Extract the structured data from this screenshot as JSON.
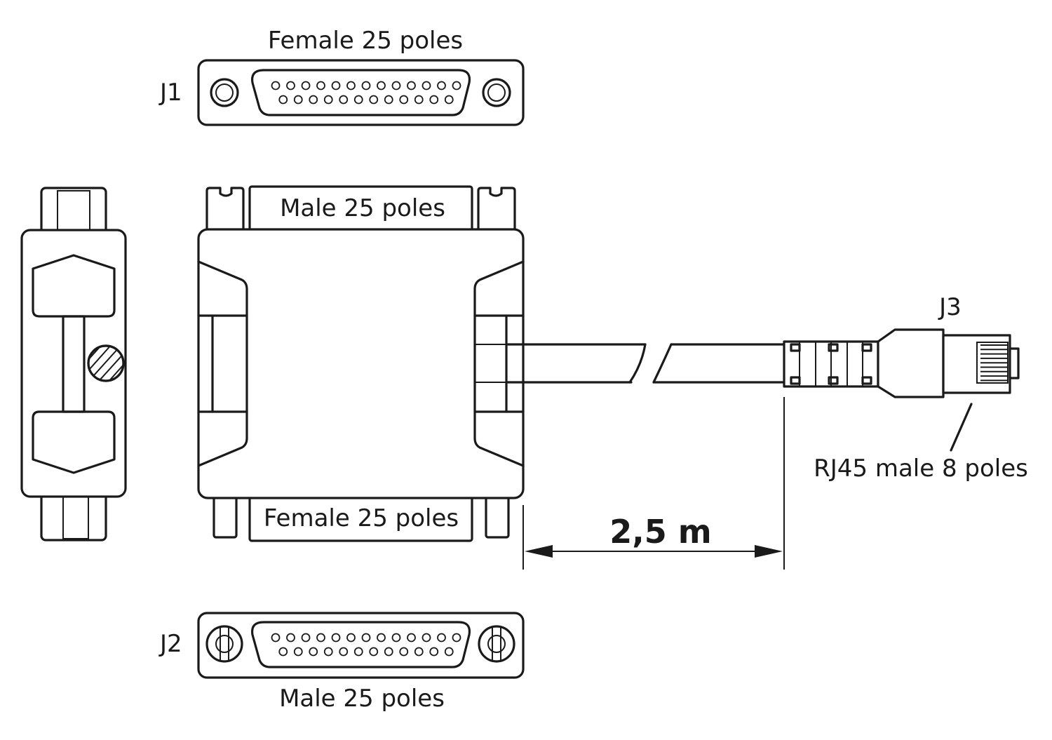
{
  "labels": {
    "j1_id": "J1",
    "j1_type": "Female 25 poles",
    "j2_id": "J2",
    "j2_type": "Male 25 poles",
    "j3_id": "J3",
    "j3_type": "RJ45 male 8 poles",
    "adapter_top": "Male 25 poles",
    "adapter_bottom": "Female 25 poles",
    "cable_length": "2,5 m"
  },
  "icons": {
    "j1_connector": "db25-female-face-icon",
    "j2_connector": "db25-male-face-icon",
    "j3_connector": "rj45-plug-icon",
    "adapter_side": "adapter-side-view-icon",
    "adapter_front": "adapter-front-view-icon",
    "dimension": "dimension-arrow-icon"
  },
  "colors": {
    "line": "#1a1a1a",
    "background": "#ffffff"
  }
}
